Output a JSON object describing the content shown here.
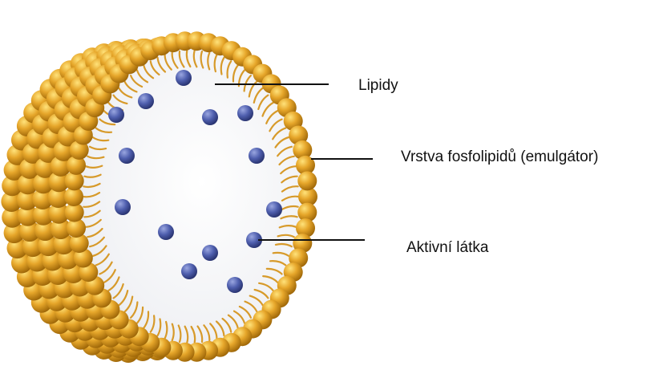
{
  "labels": {
    "lipidy": "Lipidy",
    "phospholipid_layer": "Vrstva fosfolipidů (emulgátor)",
    "active_substance": "Aktivní látka"
  },
  "colors": {
    "background": "#ffffff",
    "phospholipid_head": "#e0a124",
    "phospholipid_head_highlight": "#ffd75e",
    "phospholipid_head_shadow": "#9a6306",
    "phospholipid_tail": "#d79a2a",
    "core": "#f1f3f6",
    "active_particle": "#4a5aa6",
    "leader_line": "#111111",
    "text": "#111111"
  }
}
